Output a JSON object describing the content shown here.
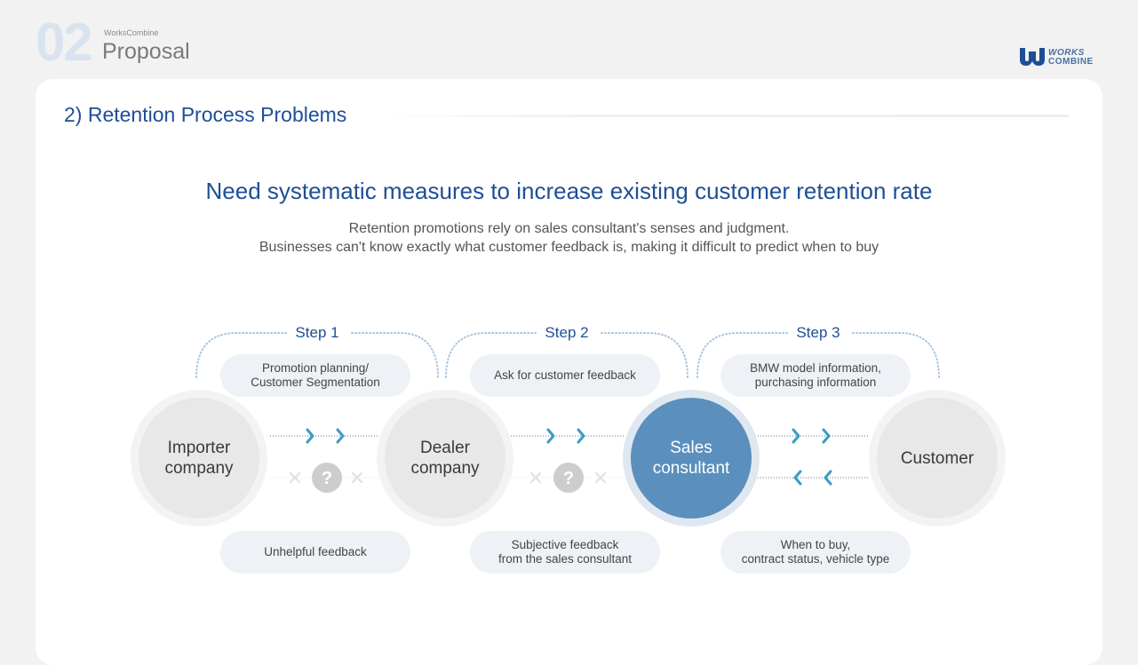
{
  "header": {
    "number": "02",
    "brand_small": "WorksCombine",
    "title": "Proposal",
    "logo_text_1": "WORKS",
    "logo_text_2": "COMBINE"
  },
  "section_title": "2) Retention Process Problems",
  "headline": "Need systematic measures to increase existing customer retention rate",
  "subtitle_line1": "Retention promotions rely on sales consultant's senses and judgment.",
  "subtitle_line2": "Businesses can't know exactly what customer feedback is, making it difficult to predict when to buy",
  "steps": [
    {
      "label": "Step 1",
      "top_text": "Promotion planning/\nCustomer Segmentation",
      "bottom_text": "Unhelpful feedback"
    },
    {
      "label": "Step 2",
      "top_text": "Ask for customer feedback",
      "bottom_text": "Subjective feedback\nfrom the sales consultant"
    },
    {
      "label": "Step 3",
      "top_text": "BMW model information,\npurchasing information",
      "bottom_text": "When to buy,\ncontract status, vehicle type"
    }
  ],
  "nodes": [
    {
      "label": "Importer\ncompany",
      "highlighted": false
    },
    {
      "label": "Dealer\ncompany",
      "highlighted": false
    },
    {
      "label": "Sales\nconsultant",
      "highlighted": true
    },
    {
      "label": "Customer",
      "highlighted": false
    }
  ],
  "unknown_marker": "?",
  "colors": {
    "accent": "#1f4e96",
    "highlight_node": "#5b8fbd",
    "arrow": "#3a9cc4",
    "dotted_line": "#a8c4df"
  }
}
